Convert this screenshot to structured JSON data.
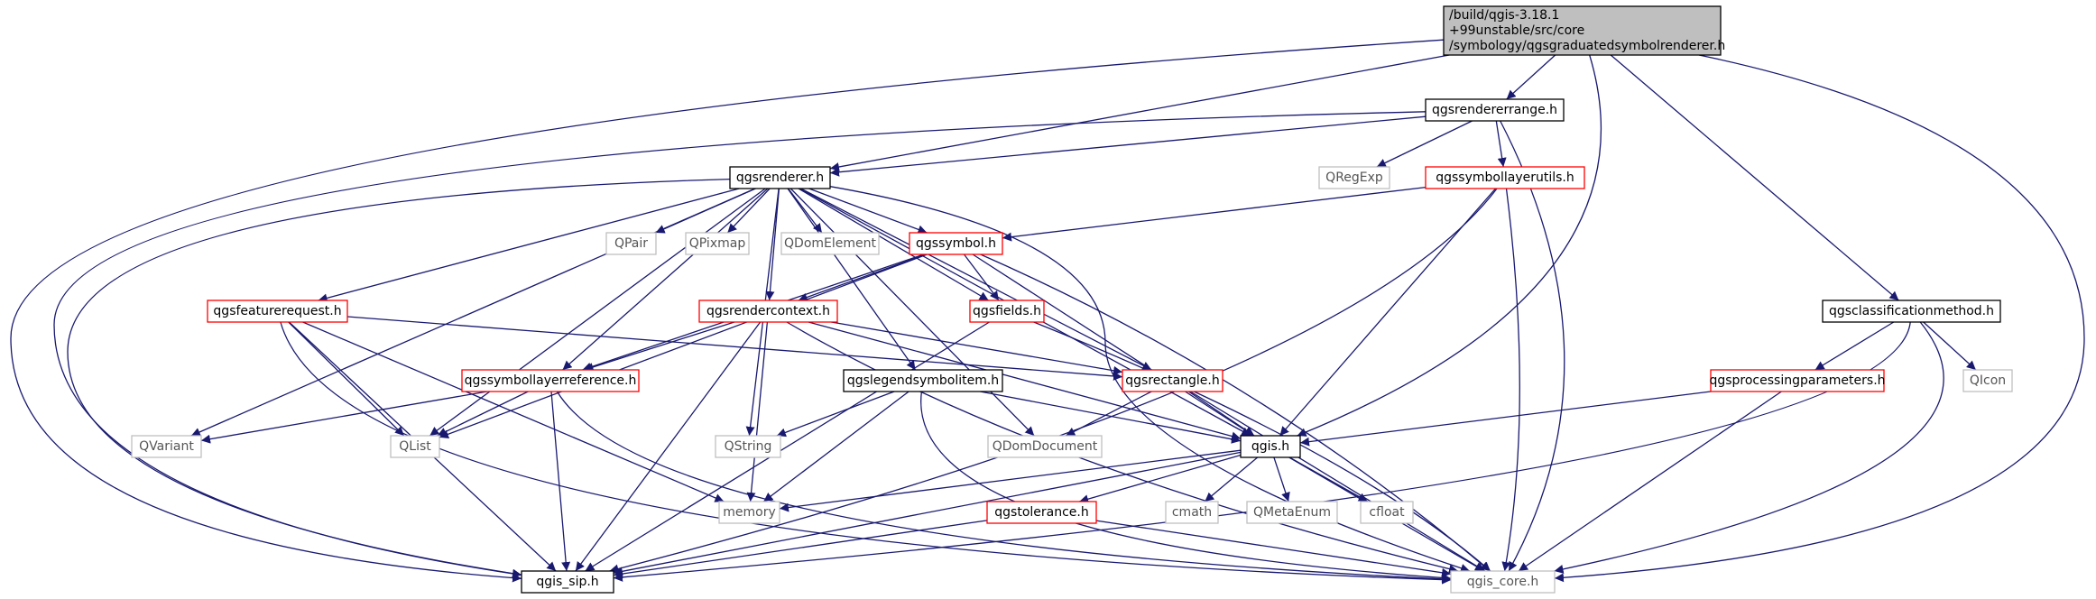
{
  "colors": {
    "edge": "#191970",
    "root_fill": "#bfbfbf",
    "documented_border": "#000000",
    "undocumented_border": "#ff0000",
    "external_border": "#bfbfbf",
    "external_text": "#555555"
  },
  "nodes": [
    {
      "id": "root",
      "lines": [
        "/build/qgis-3.18.1",
        "+99unstable/src/core",
        "/symbology/qgsgraduatedsymbolrenderer.h"
      ],
      "style": "root"
    },
    {
      "id": "rendererrange",
      "lines": [
        "qgsrendererrange.h"
      ],
      "style": "black"
    },
    {
      "id": "renderer",
      "lines": [
        "qgsrenderer.h"
      ],
      "style": "black"
    },
    {
      "id": "qregexp",
      "lines": [
        "QRegExp"
      ],
      "style": "gray"
    },
    {
      "id": "symbollayerutils",
      "lines": [
        "qgssymbollayerutils.h"
      ],
      "style": "red"
    },
    {
      "id": "qpair",
      "lines": [
        "QPair"
      ],
      "style": "gray"
    },
    {
      "id": "qpixmap",
      "lines": [
        "QPixmap"
      ],
      "style": "gray"
    },
    {
      "id": "qdomelement",
      "lines": [
        "QDomElement"
      ],
      "style": "gray"
    },
    {
      "id": "symbol",
      "lines": [
        "qgssymbol.h"
      ],
      "style": "red"
    },
    {
      "id": "featurerequest",
      "lines": [
        "qgsfeaturerequest.h"
      ],
      "style": "red"
    },
    {
      "id": "rendercontext",
      "lines": [
        "qgsrendercontext.h"
      ],
      "style": "red"
    },
    {
      "id": "fields",
      "lines": [
        "qgsfields.h"
      ],
      "style": "red"
    },
    {
      "id": "classificationmethod",
      "lines": [
        "qgsclassificationmethod.h"
      ],
      "style": "black"
    },
    {
      "id": "symbollayerreference",
      "lines": [
        "qgssymbollayerreference.h"
      ],
      "style": "red"
    },
    {
      "id": "legendsymbolitem",
      "lines": [
        "qgslegendsymbolitem.h"
      ],
      "style": "black"
    },
    {
      "id": "rectangle",
      "lines": [
        "qgsrectangle.h"
      ],
      "style": "red"
    },
    {
      "id": "processingparameters",
      "lines": [
        "qgsprocessingparameters.h"
      ],
      "style": "red"
    },
    {
      "id": "qicon",
      "lines": [
        "QIcon"
      ],
      "style": "gray"
    },
    {
      "id": "qvariant",
      "lines": [
        "QVariant"
      ],
      "style": "gray"
    },
    {
      "id": "qlist",
      "lines": [
        "QList"
      ],
      "style": "gray"
    },
    {
      "id": "qstring",
      "lines": [
        "QString"
      ],
      "style": "gray"
    },
    {
      "id": "qdomdocument",
      "lines": [
        "QDomDocument"
      ],
      "style": "gray"
    },
    {
      "id": "qgis",
      "lines": [
        "qgis.h"
      ],
      "style": "black"
    },
    {
      "id": "memory",
      "lines": [
        "memory"
      ],
      "style": "gray"
    },
    {
      "id": "tolerance",
      "lines": [
        "qgstolerance.h"
      ],
      "style": "red"
    },
    {
      "id": "cmath",
      "lines": [
        "cmath"
      ],
      "style": "gray"
    },
    {
      "id": "qmetaenum",
      "lines": [
        "QMetaEnum"
      ],
      "style": "gray"
    },
    {
      "id": "cfloat",
      "lines": [
        "cfloat"
      ],
      "style": "gray"
    },
    {
      "id": "qgis_sip",
      "lines": [
        "qgis_sip.h"
      ],
      "style": "black"
    },
    {
      "id": "qgis_core",
      "lines": [
        "qgis_core.h"
      ],
      "style": "gray"
    }
  ],
  "edges": [
    [
      "root",
      "rendererrange"
    ],
    [
      "root",
      "renderer"
    ],
    [
      "root",
      "qgis"
    ],
    [
      "root",
      "classificationmethod"
    ],
    [
      "root",
      "qgis_sip"
    ],
    [
      "root",
      "qgis_core"
    ],
    [
      "rendererrange",
      "renderer"
    ],
    [
      "rendererrange",
      "qregexp"
    ],
    [
      "rendererrange",
      "symbollayerutils"
    ],
    [
      "rendererrange",
      "qgis_core"
    ],
    [
      "rendererrange",
      "qgis_sip"
    ],
    [
      "renderer",
      "qpair"
    ],
    [
      "renderer",
      "qpixmap"
    ],
    [
      "renderer",
      "qdomelement"
    ],
    [
      "renderer",
      "symbol"
    ],
    [
      "renderer",
      "featurerequest"
    ],
    [
      "renderer",
      "rendercontext"
    ],
    [
      "renderer",
      "fields"
    ],
    [
      "renderer",
      "rectangle"
    ],
    [
      "renderer",
      "legendsymbolitem"
    ],
    [
      "renderer",
      "symbollayerreference"
    ],
    [
      "renderer",
      "qvariant"
    ],
    [
      "renderer",
      "qlist"
    ],
    [
      "renderer",
      "qstring"
    ],
    [
      "renderer",
      "qdomdocument"
    ],
    [
      "renderer",
      "qgis"
    ],
    [
      "renderer",
      "qgis_core"
    ],
    [
      "renderer",
      "qgis_sip"
    ],
    [
      "symbollayerutils",
      "symbol"
    ],
    [
      "symbollayerutils",
      "qgis"
    ],
    [
      "symbollayerutils",
      "qgis_core"
    ],
    [
      "symbollayerutils",
      "qgis_sip"
    ],
    [
      "symbol",
      "rendercontext"
    ],
    [
      "symbol",
      "fields"
    ],
    [
      "symbol",
      "symbollayerreference"
    ],
    [
      "symbol",
      "qlist"
    ],
    [
      "symbol",
      "qgis"
    ],
    [
      "symbol",
      "qgis_core"
    ],
    [
      "featurerequest",
      "rectangle"
    ],
    [
      "featurerequest",
      "qlist"
    ],
    [
      "featurerequest",
      "memory"
    ],
    [
      "featurerequest",
      "qgis_sip"
    ],
    [
      "featurerequest",
      "qgis_core"
    ],
    [
      "rendercontext",
      "rectangle"
    ],
    [
      "rendercontext",
      "symbollayerreference"
    ],
    [
      "rendercontext",
      "memory"
    ],
    [
      "rendercontext",
      "qgis_sip"
    ],
    [
      "rendercontext",
      "qgis"
    ],
    [
      "rendercontext",
      "qgis_core"
    ],
    [
      "fields",
      "qgis_sip"
    ],
    [
      "fields",
      "qgis_core"
    ],
    [
      "classificationmethod",
      "processingparameters"
    ],
    [
      "classificationmethod",
      "qicon"
    ],
    [
      "classificationmethod",
      "qgis_core"
    ],
    [
      "classificationmethod",
      "qgis_sip"
    ],
    [
      "symbollayerreference",
      "qvariant"
    ],
    [
      "symbollayerreference",
      "qlist"
    ],
    [
      "symbollayerreference",
      "qgis_sip"
    ],
    [
      "symbollayerreference",
      "qgis_core"
    ],
    [
      "legendsymbolitem",
      "qstring"
    ],
    [
      "legendsymbolitem",
      "qgis"
    ],
    [
      "legendsymbolitem",
      "memory"
    ],
    [
      "legendsymbolitem",
      "qgis_core"
    ],
    [
      "rectangle",
      "qdomdocument"
    ],
    [
      "rectangle",
      "qgis"
    ],
    [
      "rectangle",
      "qgis_core"
    ],
    [
      "processingparameters",
      "qgis"
    ],
    [
      "processingparameters",
      "qgis_core"
    ],
    [
      "qgis",
      "memory"
    ],
    [
      "qgis",
      "tolerance"
    ],
    [
      "qgis",
      "cmath"
    ],
    [
      "qgis",
      "qmetaenum"
    ],
    [
      "qgis",
      "cfloat"
    ],
    [
      "qgis",
      "qgis_sip"
    ],
    [
      "qgis",
      "qgis_core"
    ],
    [
      "tolerance",
      "qgis_sip"
    ],
    [
      "tolerance",
      "qgis_core"
    ]
  ]
}
